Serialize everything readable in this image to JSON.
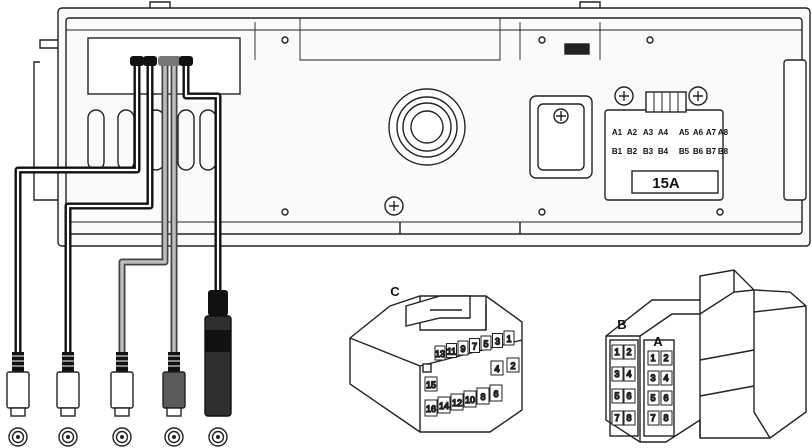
{
  "unit_connector": {
    "row_a": [
      "A1",
      "A2",
      "A3",
      "A4",
      "A5",
      "A6",
      "A7",
      "A8"
    ],
    "row_b": [
      "B1",
      "B2",
      "B3",
      "B4",
      "B5",
      "B6",
      "B7",
      "B8"
    ],
    "fuse_label": "15A"
  },
  "connector_c": {
    "label": "C",
    "top_row": [
      "13",
      "11",
      "9",
      "7",
      "5",
      "3",
      "1"
    ],
    "mid_row": [
      "15",
      "2",
      "4"
    ],
    "bottom_row": [
      "16",
      "14",
      "12",
      "10",
      "8",
      "6"
    ]
  },
  "connector_ab": {
    "label_b": "B",
    "label_a": "A",
    "b_pins": [
      "1",
      "2",
      "3",
      "4",
      "5",
      "6",
      "7",
      "8"
    ],
    "a_pins": [
      "1",
      "2",
      "3",
      "4",
      "5",
      "6",
      "7",
      "8"
    ]
  },
  "rca_plugs": [
    {
      "body": "#ffffff"
    },
    {
      "body": "#ffffff"
    },
    {
      "body": "#ffffff"
    },
    {
      "body": "#5a5a5a"
    },
    {
      "body": "#2f2f2f"
    }
  ]
}
